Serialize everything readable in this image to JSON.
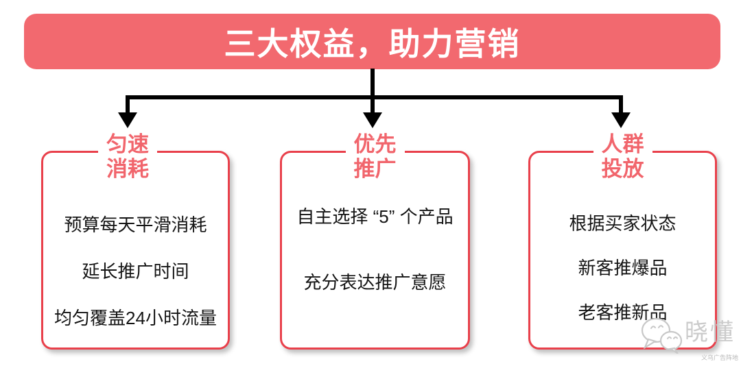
{
  "banner": {
    "title": "三大权益，助力营销"
  },
  "colors": {
    "banner_bg": "#F2696F",
    "card_border": "#E9404B",
    "header_text": "#F1656C",
    "body_text": "#141414",
    "connector": "#000000",
    "watermark_gray": "#CBCBCB"
  },
  "cards": [
    {
      "header_line1": "匀速",
      "header_line2": "消耗",
      "lines": [
        "预算每天平滑消耗",
        "延长推广时间",
        "均匀覆盖24小时流量"
      ]
    },
    {
      "header_line1": "优先",
      "header_line2": "推广",
      "lines": [
        "自主选择 “5” 个产品",
        "充分表达推广意愿"
      ]
    },
    {
      "header_line1": "人群",
      "header_line2": "投放",
      "lines": [
        "根据买家状态",
        "新客推爆品",
        "老客推新品"
      ]
    }
  ],
  "watermark": {
    "icon": "wechat-icon",
    "name": "晓懂",
    "caption": "义乌广告阵地"
  }
}
